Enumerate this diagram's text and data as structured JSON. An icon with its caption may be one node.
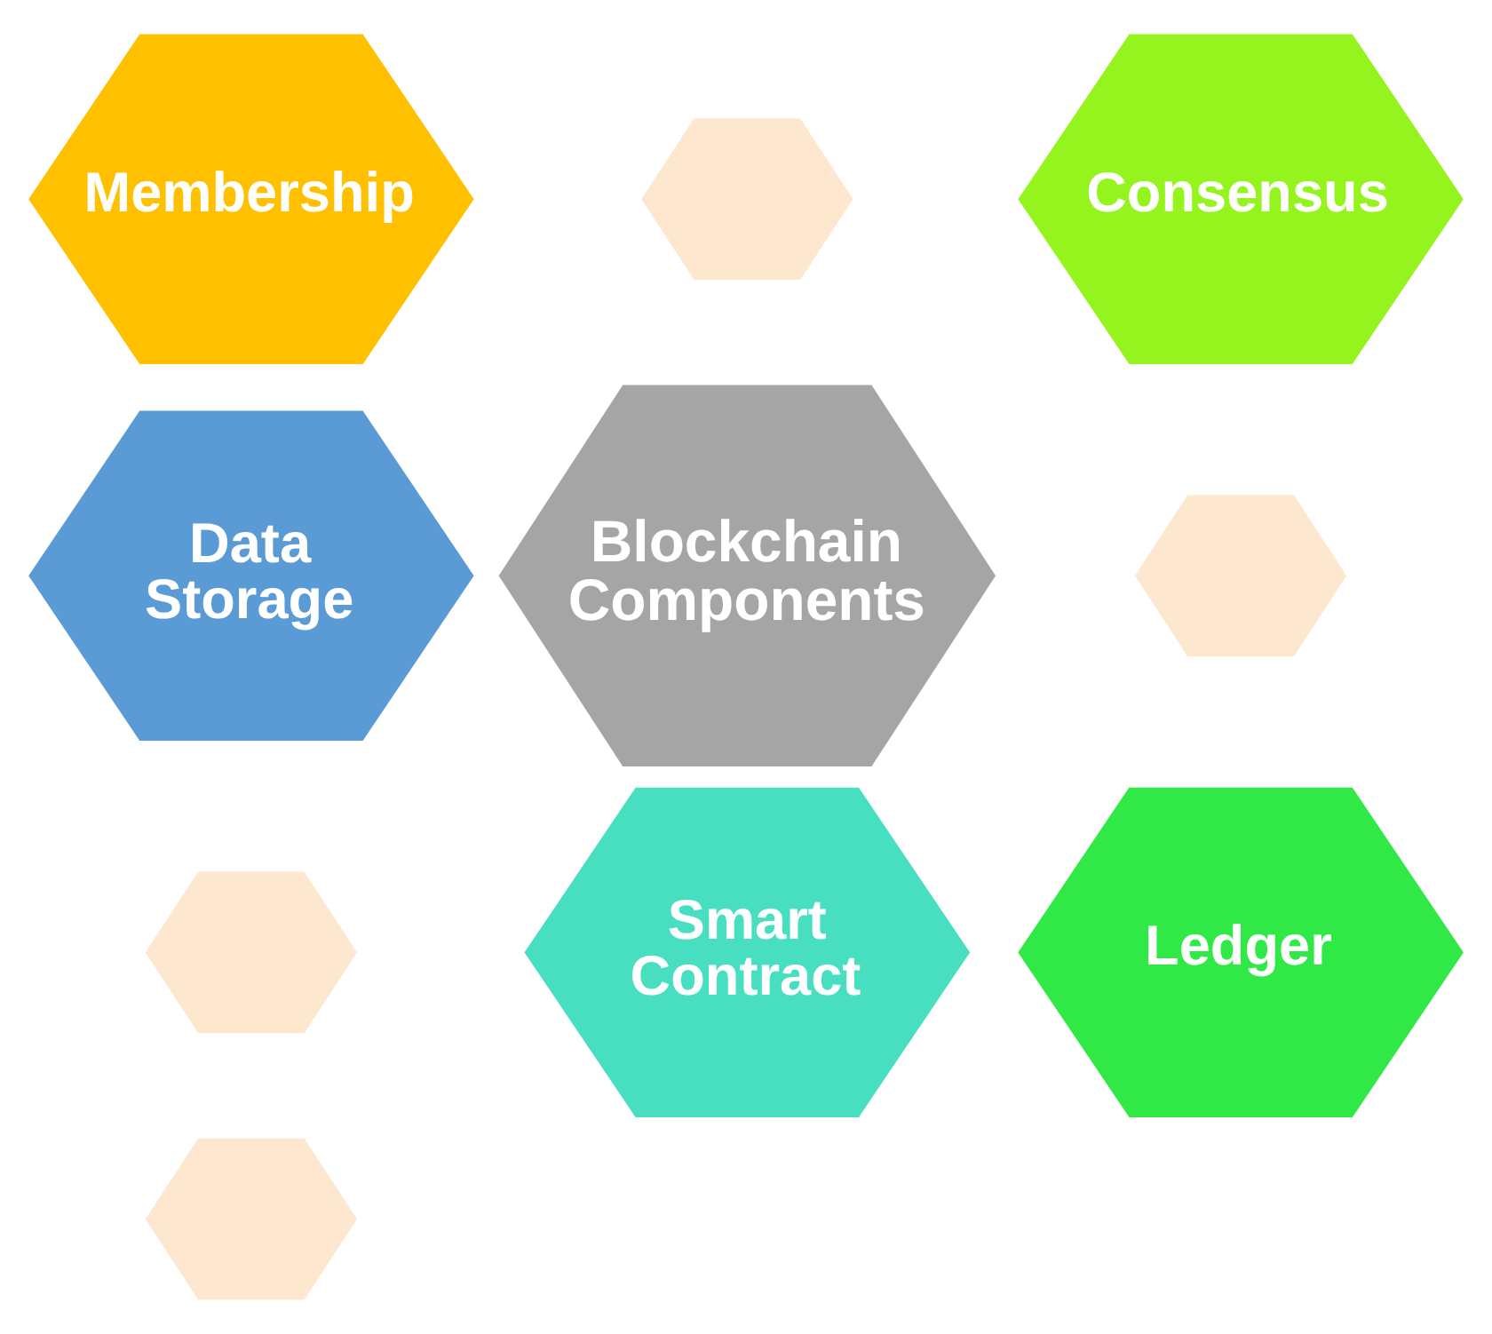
{
  "diagram": {
    "nodes": [
      {
        "text": [
          "Membership"
        ]
      },
      {
        "text": [
          "Consensus"
        ]
      },
      {
        "text": [
          "Blockchain Components"
        ]
      },
      {
        "text": [
          "Data Storage"
        ]
      },
      {
        "text": [
          "Ledger"
        ]
      },
      {
        "text": [
          "Smart Contract"
        ]
      },
      {
        "text": [],
        "shape": "hexagon"
      },
      {
        "text": [],
        "shape": "hexagon"
      },
      {
        "text": [],
        "shape": "hexagon"
      },
      {
        "text": [],
        "shape": "hexagon"
      }
    ],
    "edges": []
  }
}
